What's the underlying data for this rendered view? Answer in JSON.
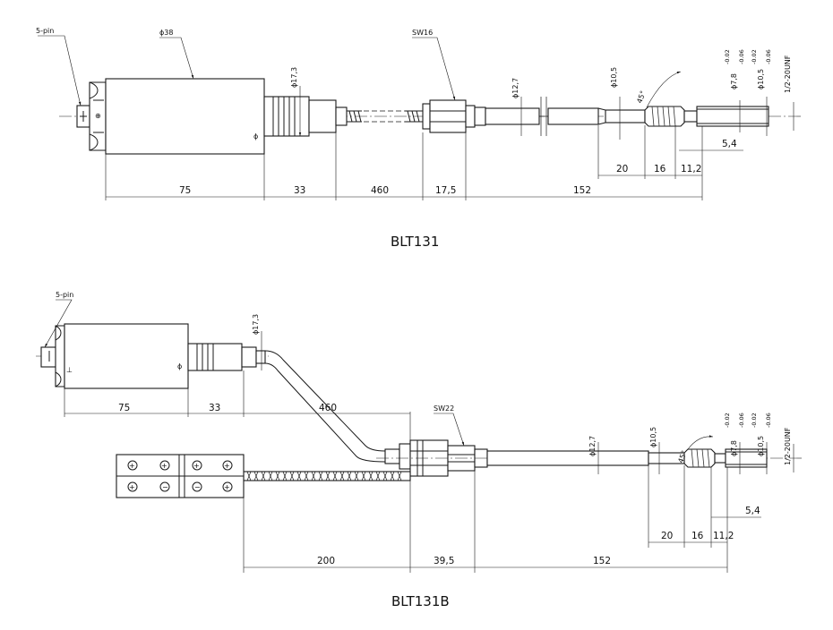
{
  "diagram_top": {
    "caption": "BLT131",
    "pin_label": "5-pin",
    "dia_body": "ϕ38",
    "dia_neck": "ϕ17,3",
    "wrench": "SW16",
    "dia_stem": "ϕ12,7",
    "dia_tip": "ϕ10,5",
    "angle": "45°",
    "dia_thread_a": "ϕ7,8",
    "dia_thread_a_tol_up": "-0.02",
    "dia_thread_a_tol_dn": "-0.06",
    "dia_thread_b": "ϕ10,5",
    "dia_thread_b_tol_up": "-0.02",
    "dia_thread_b_tol_dn": "-0.06",
    "thread": "1/2-20UNF",
    "dim_75": "75",
    "dim_33": "33",
    "dim_460": "460",
    "dim_17_5": "17,5",
    "dim_152": "152",
    "dim_20": "20",
    "dim_16": "16",
    "dim_11_2": "11,2",
    "dim_5_4": "5,4"
  },
  "diagram_bottom": {
    "caption": "BLT131B",
    "pin_label": "5-pin",
    "dia_neck": "ϕ17,3",
    "wrench": "SW22",
    "dia_stem": "ϕ12,7",
    "dia_tip": "ϕ10,5",
    "angle": "45°",
    "dia_thread_a": "ϕ7,8",
    "dia_thread_a_tol_up": "-0.02",
    "dia_thread_a_tol_dn": "-0.06",
    "dia_thread_b": "ϕ10,5",
    "dia_thread_b_tol_up": "-0.02",
    "dia_thread_b_tol_dn": "-0.06",
    "thread": "1/2-20UNF",
    "dim_75": "75",
    "dim_33": "33",
    "dim_460": "460",
    "dim_200": "200",
    "dim_39_5": "39,5",
    "dim_152": "152",
    "dim_20": "20",
    "dim_16": "16",
    "dim_11_2": "11,2",
    "dim_5_4": "5,4"
  }
}
